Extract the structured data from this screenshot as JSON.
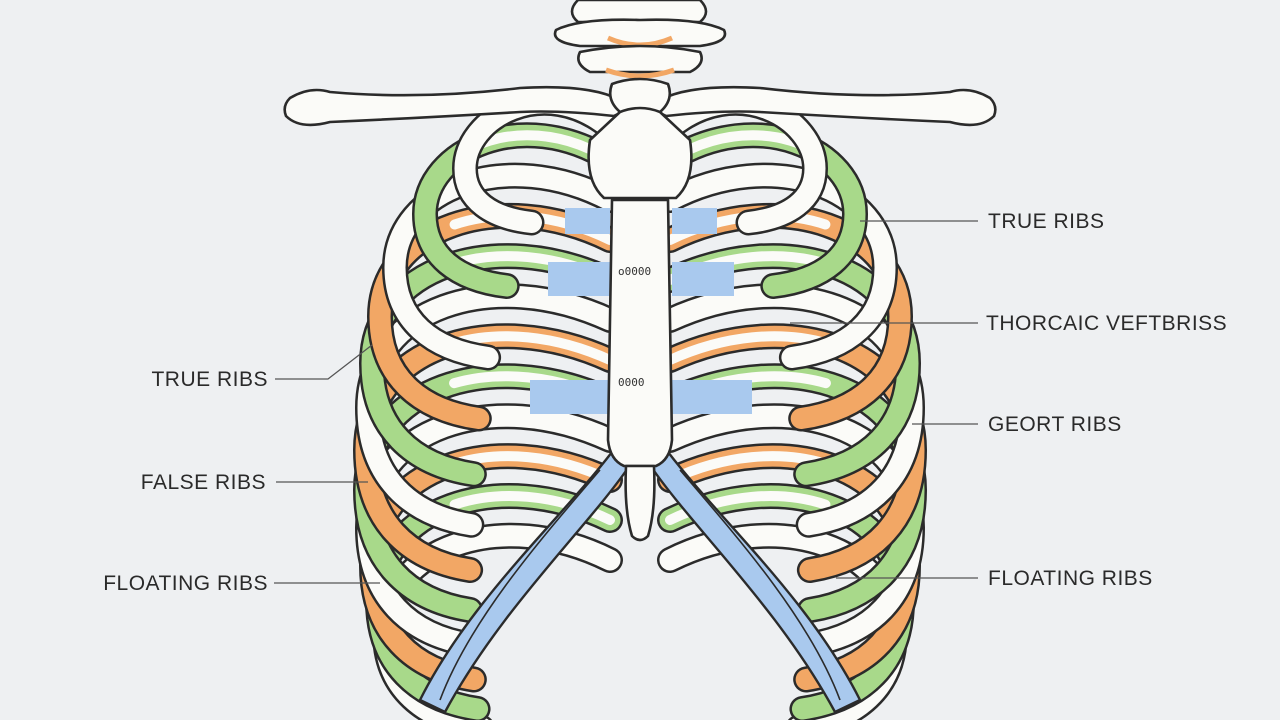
{
  "labels": {
    "left": [
      {
        "text": "TRUE RIBS"
      },
      {
        "text": "FALSE RIBS"
      },
      {
        "text": "FLOATING RIBS"
      }
    ],
    "right": [
      {
        "text": "TRUE RIBS"
      },
      {
        "text": "THORCAIC VEFTBRISS"
      },
      {
        "text": "GEORT RIBS"
      },
      {
        "text": "FLOATING RIBS"
      }
    ]
  },
  "sternum_marks": [
    "o0000",
    "0000"
  ],
  "colors": {
    "background": "#eef0f2",
    "bone_fill": "#fbfbf8",
    "outline": "#2b2b2b",
    "true_rib_cartilage": "#a9c9ee",
    "false_rib_tint": "#a8d98a",
    "accent_orange": "#f2a765",
    "leader_line": "#555555"
  }
}
